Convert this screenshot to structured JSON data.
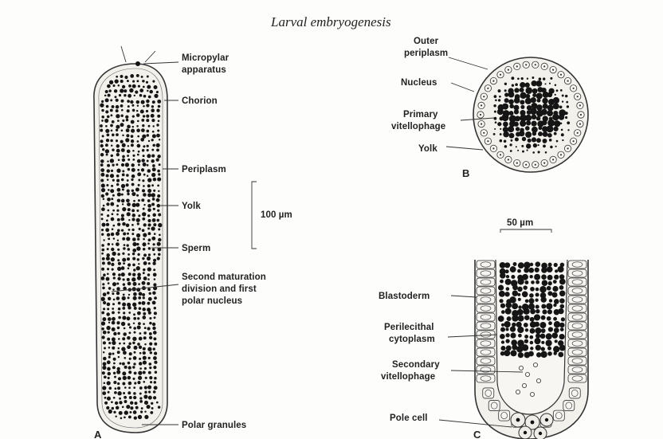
{
  "title": "Larval embryogenesis",
  "panels": {
    "a": "A",
    "b": "B",
    "c": "C"
  },
  "panel_a": {
    "labels": [
      {
        "id": "micropylar",
        "lines": [
          "Micropylar",
          "apparatus"
        ]
      },
      {
        "id": "chorion",
        "lines": [
          "Chorion"
        ]
      },
      {
        "id": "periplasm",
        "lines": [
          "Periplasm"
        ]
      },
      {
        "id": "yolk",
        "lines": [
          "Yolk"
        ]
      },
      {
        "id": "sperm",
        "lines": [
          "Sperm"
        ]
      },
      {
        "id": "second-maturation",
        "lines": [
          "Second maturation",
          "division and first",
          "polar nucleus"
        ]
      },
      {
        "id": "polar-granules",
        "lines": [
          "Polar granules"
        ]
      }
    ],
    "scale": "100 µm"
  },
  "panel_b": {
    "labels": [
      {
        "id": "outer-periplasm",
        "lines": [
          "Outer",
          "periplasm"
        ]
      },
      {
        "id": "nucleus",
        "lines": [
          "Nucleus"
        ]
      },
      {
        "id": "primary-vitellophage",
        "lines": [
          "Primary",
          "vitellophage"
        ]
      },
      {
        "id": "yolk-b",
        "lines": [
          "Yolk"
        ]
      }
    ],
    "scale": "50 µm"
  },
  "panel_c": {
    "labels": [
      {
        "id": "blastoderm",
        "lines": [
          "Blastoderm"
        ]
      },
      {
        "id": "perilecithal",
        "lines": [
          "Perilecithal",
          "cytoplasm"
        ]
      },
      {
        "id": "secondary-vitellophage",
        "lines": [
          "Secondary",
          "vitellophage"
        ]
      },
      {
        "id": "pole-cell",
        "lines": [
          "Pole cell"
        ]
      }
    ]
  }
}
